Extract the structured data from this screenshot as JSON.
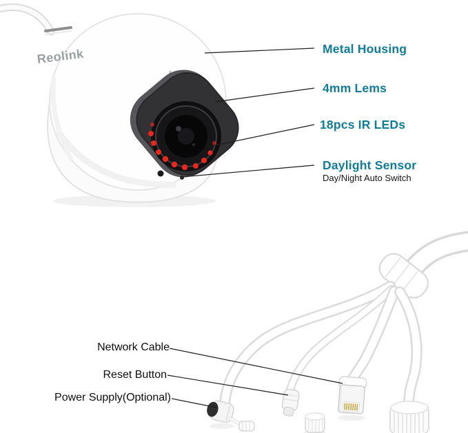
{
  "product": {
    "brand_logo": "Reolink"
  },
  "feature_callouts": [
    {
      "label": "Metal Housing"
    },
    {
      "label": "4mm Lems"
    },
    {
      "label": "18pcs IR LEDs"
    },
    {
      "label": "Daylight Sensor",
      "sub": "Day/Night Auto Switch"
    }
  ],
  "cable_callouts": [
    {
      "label": "Network Cable"
    },
    {
      "label": "Reset Button"
    },
    {
      "label": "Power Supply(Optional)"
    }
  ],
  "colors": {
    "accent": "#0e7d9d",
    "text": "#0d0d0d",
    "ir_led": "#e8281e",
    "camera_face": "#323234"
  }
}
